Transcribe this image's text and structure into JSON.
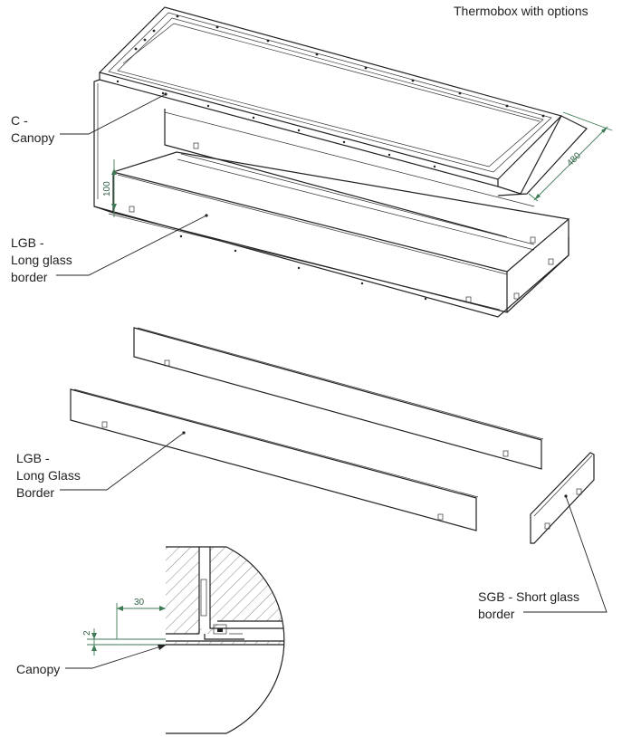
{
  "title": "Thermobox with options",
  "labels": {
    "canopy_top": "C -\nCanopy",
    "lgb_top": "LGB -\nLong glass\nborder",
    "lgb_mid": "LGB -\nLong Glass\nBorder",
    "sgb": "SGB - Short glass\nborder",
    "canopy_detail": "Canopy"
  },
  "dimensions": {
    "width": "480",
    "height": "100",
    "offset": "30",
    "thickness": "2"
  },
  "colors": {
    "line": "#222222",
    "dimension": "#3d7a55",
    "hatch": "#555555"
  }
}
